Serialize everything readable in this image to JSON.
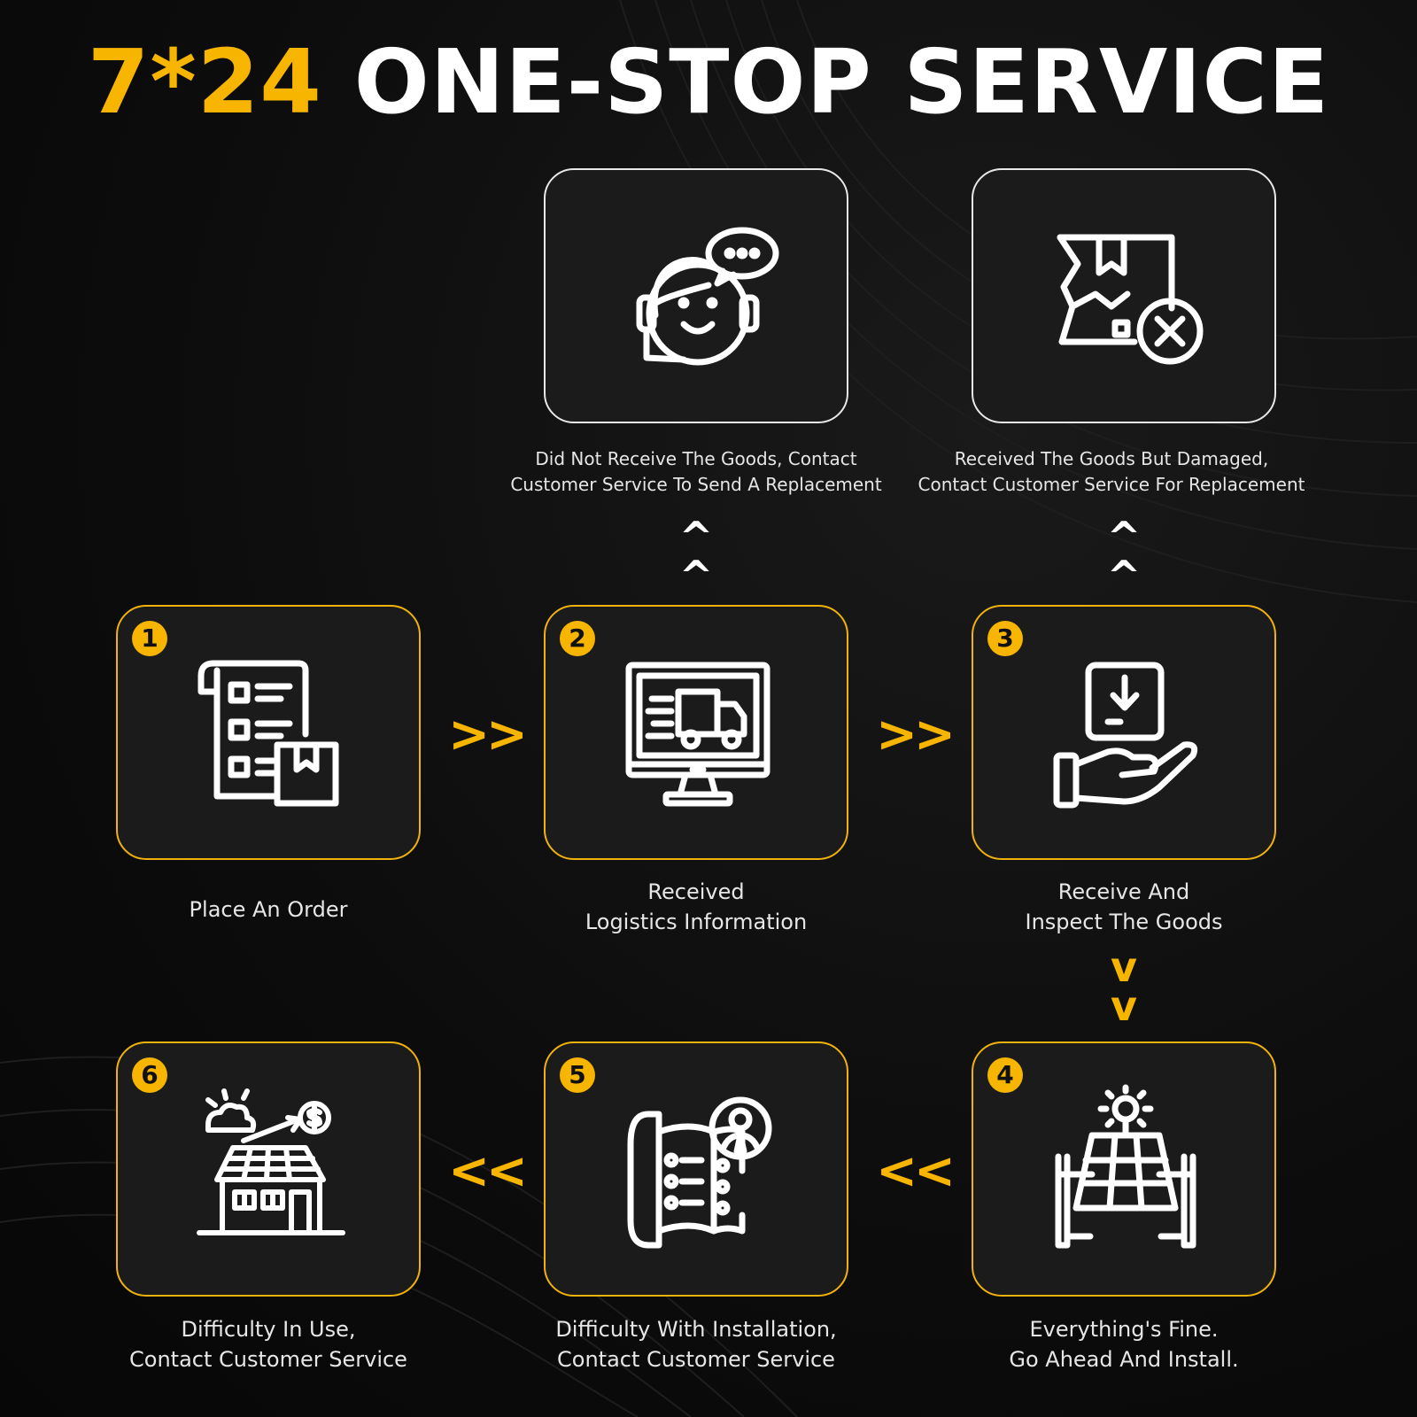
{
  "title": {
    "accent": "7*24",
    "main": "ONE-STOP SERVICE"
  },
  "branches": [
    {
      "caption_line1": "Did Not Receive The Goods, Contact",
      "caption_line2": "Customer Service To Send A Replacement",
      "icon": "customer-service-headset-icon"
    },
    {
      "caption_line1": "Received The Goods But Damaged,",
      "caption_line2": "Contact Customer Service For Replacement",
      "icon": "damaged-package-icon"
    }
  ],
  "steps": [
    {
      "number": "1",
      "caption_line1": "Place An Order",
      "caption_line2": "",
      "icon": "order-list-icon"
    },
    {
      "number": "2",
      "caption_line1": "Received",
      "caption_line2": "Logistics Information",
      "icon": "delivery-truck-monitor-icon"
    },
    {
      "number": "3",
      "caption_line1": "Receive And",
      "caption_line2": "Inspect The Goods",
      "icon": "package-in-hand-icon"
    },
    {
      "number": "4",
      "caption_line1": "Everything's Fine.",
      "caption_line2": "Go Ahead And Install.",
      "icon": "solar-panel-icon"
    },
    {
      "number": "5",
      "caption_line1": "Difficulty With Installation,",
      "caption_line2": "Contact Customer Service",
      "icon": "support-phone-icon"
    },
    {
      "number": "6",
      "caption_line1": "Difficulty In Use,",
      "caption_line2": "Contact Customer Service",
      "icon": "solar-house-icon"
    }
  ],
  "arrows": {
    "right": ">>",
    "left": "<<",
    "up": "^",
    "down": "v"
  },
  "colors": {
    "accent": "#f7b500",
    "background": "#0c0c0c",
    "box": "#1b1b1b"
  }
}
